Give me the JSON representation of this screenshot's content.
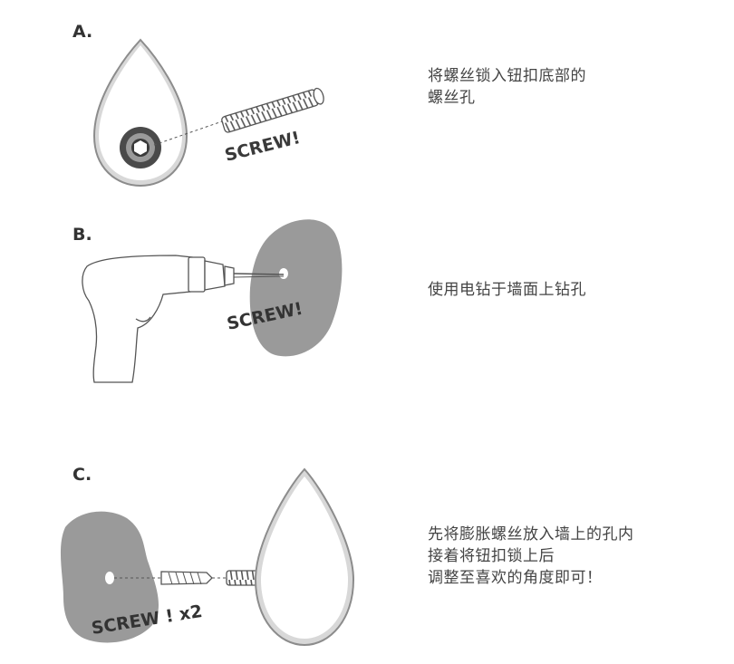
{
  "steps": [
    {
      "label": "A.",
      "badge": "SCREW!",
      "lines": [
        "将螺丝锁入钮扣底部的",
        "螺丝孔"
      ]
    },
    {
      "label": "B.",
      "badge": "SCREW!",
      "lines": [
        "使用电钻于墙面上钻孔"
      ]
    },
    {
      "label": "C.",
      "badge": "SCREW ! x2",
      "lines": [
        "先将膨胀螺丝放入墙上的孔内",
        "接着将钮扣锁上后",
        "调整至喜欢的角度即可！"
      ]
    }
  ],
  "colors": {
    "outline": "#8c8c8c",
    "wall": "#9a9a9a",
    "text": "#444444",
    "knob_fill": "#ffffff"
  },
  "icons": [
    "teardrop-knob-icon",
    "screw-icon",
    "drill-icon",
    "wall-patch-icon",
    "wall-anchor-icon"
  ]
}
